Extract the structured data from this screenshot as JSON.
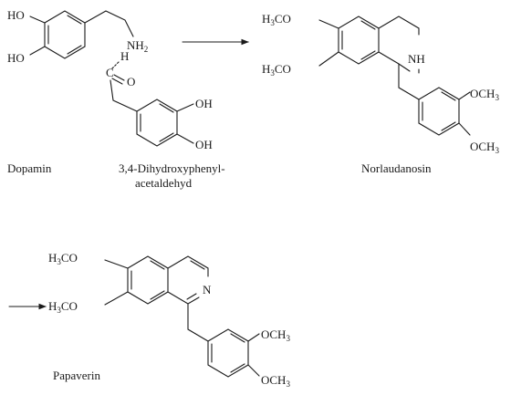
{
  "captions": {
    "dopamin": "Dopamin",
    "aldehyde_line1": "3,4-Dihydroxyphenyl-",
    "aldehyde_line2": "acetaldehyd",
    "norlaudanosin": "Norlaudanosin",
    "papaverin": "Papaverin"
  },
  "dopamine": {
    "oh_top": "HO",
    "oh_bottom": "HO",
    "amine": "NH",
    "amine_sub": "2",
    "h_dash": "H"
  },
  "aldehyde": {
    "c": "C",
    "o": "O",
    "oh_top": "OH",
    "oh_bottom": "OH"
  },
  "norlaudanosin": {
    "meo_top": "H",
    "meo_top_sub": "3",
    "meo_top_rest": "CO",
    "meo_bottom": "H",
    "meo_bottom_sub": "3",
    "meo_bottom_rest": "CO",
    "nh": "NH",
    "ome_top": "OCH",
    "ome_top_sub": "3",
    "ome_bottom": "OCH",
    "ome_bottom_sub": "3"
  },
  "papaverin": {
    "meo_top": "H",
    "meo_top_sub": "3",
    "meo_top_rest": "CO",
    "meo_bottom": "H",
    "meo_bottom_sub": "3",
    "meo_bottom_rest": "CO",
    "n": "N",
    "ome_top": "OCH",
    "ome_top_sub": "3",
    "ome_bottom": "OCH",
    "ome_bottom_sub": "3"
  }
}
